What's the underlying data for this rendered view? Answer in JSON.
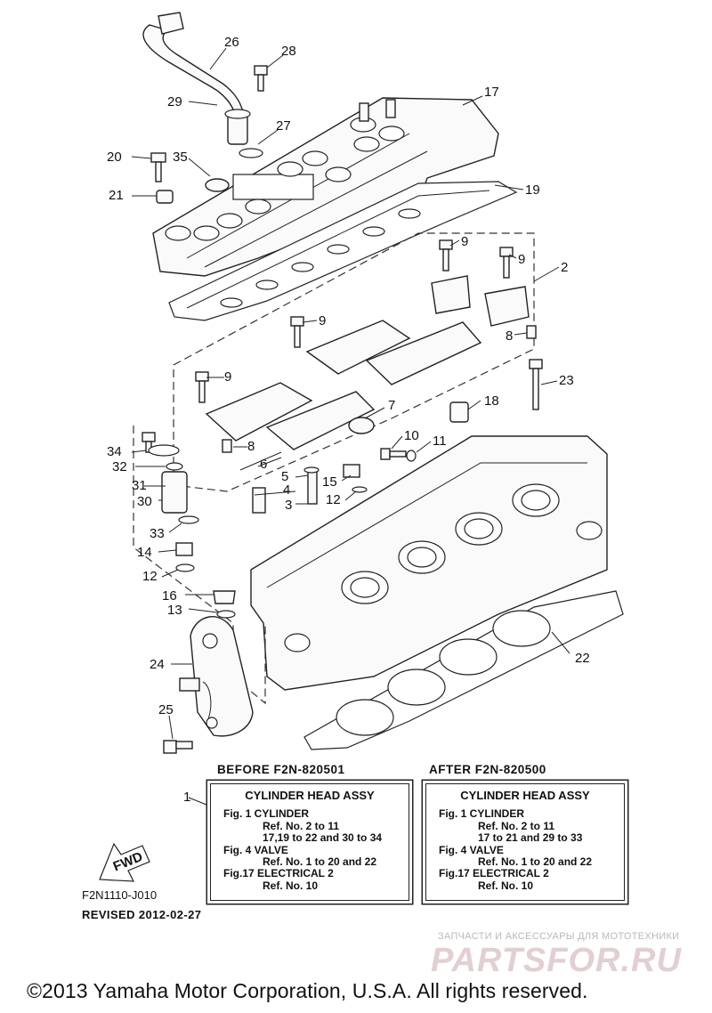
{
  "diagram": {
    "callouts": [
      {
        "id": "26",
        "label": "26"
      },
      {
        "id": "28",
        "label": "28"
      },
      {
        "id": "17",
        "label": "17"
      },
      {
        "id": "29",
        "label": "29"
      },
      {
        "id": "27",
        "label": "27"
      },
      {
        "id": "20",
        "label": "20"
      },
      {
        "id": "35",
        "label": "35"
      },
      {
        "id": "21",
        "label": "21"
      },
      {
        "id": "19",
        "label": "19"
      },
      {
        "id": "9a",
        "label": "9"
      },
      {
        "id": "9b",
        "label": "9"
      },
      {
        "id": "2",
        "label": "2"
      },
      {
        "id": "9c",
        "label": "9"
      },
      {
        "id": "8a",
        "label": "8"
      },
      {
        "id": "9d",
        "label": "9"
      },
      {
        "id": "23",
        "label": "23"
      },
      {
        "id": "18",
        "label": "18"
      },
      {
        "id": "7",
        "label": "7"
      },
      {
        "id": "8b",
        "label": "8"
      },
      {
        "id": "10",
        "label": "10"
      },
      {
        "id": "11",
        "label": "11"
      },
      {
        "id": "34",
        "label": "34"
      },
      {
        "id": "32",
        "label": "32"
      },
      {
        "id": "6",
        "label": "6"
      },
      {
        "id": "5",
        "label": "5"
      },
      {
        "id": "15",
        "label": "15"
      },
      {
        "id": "31",
        "label": "31"
      },
      {
        "id": "4",
        "label": "4"
      },
      {
        "id": "30",
        "label": "30"
      },
      {
        "id": "3",
        "label": "3"
      },
      {
        "id": "12a",
        "label": "12"
      },
      {
        "id": "33",
        "label": "33"
      },
      {
        "id": "14",
        "label": "14"
      },
      {
        "id": "12b",
        "label": "12"
      },
      {
        "id": "16",
        "label": "16"
      },
      {
        "id": "13",
        "label": "13"
      },
      {
        "id": "22",
        "label": "22"
      },
      {
        "id": "24",
        "label": "24"
      },
      {
        "id": "25",
        "label": "25"
      },
      {
        "id": "1",
        "label": "1"
      }
    ],
    "fwd_label": "FWD"
  },
  "headers": {
    "before": "BEFORE F2N-820501",
    "after": "AFTER F2N-820500"
  },
  "assy_before": {
    "title": "CYLINDER HEAD ASSY",
    "lines": [
      "Fig.  1 CYLINDER",
      "Ref. No. 2 to 11",
      "17,19 to 22 and 30 to 34",
      "Fig.  4 VALVE",
      "Ref. No. 1 to 20 and 22",
      "Fig.17 ELECTRICAL 2",
      "Ref. No. 10"
    ]
  },
  "assy_after": {
    "title": "CYLINDER HEAD ASSY",
    "lines": [
      "Fig.  1 CYLINDER",
      "Ref. No. 2 to 11",
      "17 to 21 and 29 to 33",
      "Fig.  4 VALVE",
      "Ref. No. 1 to 20 and 22",
      "Fig.17 ELECTRICAL 2",
      "Ref. No. 10"
    ]
  },
  "diagram_code": "F2N1110-J010",
  "revised": "REVISED 2012-02-27",
  "watermark": {
    "small": "ЗАПЧАСТИ И АКСЕССУАРЫ ДЛЯ МОТОТЕХНИКИ",
    "big": "PARTSFOR.RU"
  },
  "copyright": "©2013 Yamaha Motor Corporation, U.S.A. All rights reserved."
}
